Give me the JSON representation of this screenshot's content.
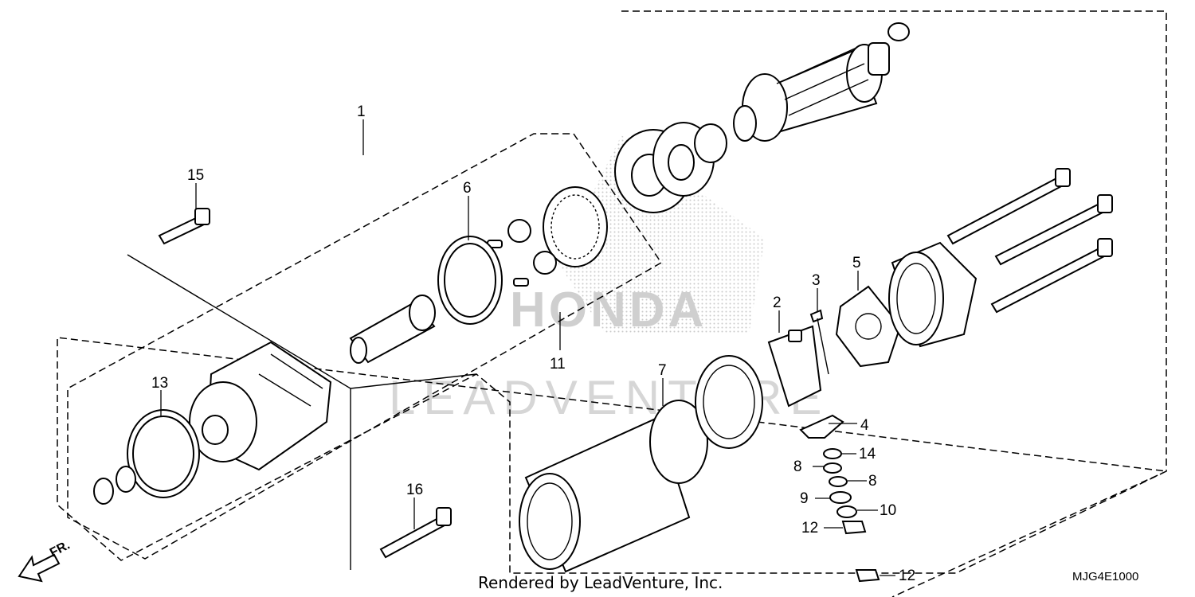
{
  "diagram": {
    "callouts": [
      {
        "id": "1",
        "label": "1"
      },
      {
        "id": "2",
        "label": "2"
      },
      {
        "id": "3",
        "label": "3"
      },
      {
        "id": "4",
        "label": "4"
      },
      {
        "id": "5",
        "label": "5"
      },
      {
        "id": "6",
        "label": "6"
      },
      {
        "id": "7",
        "label": "7"
      },
      {
        "id": "8a",
        "label": "8"
      },
      {
        "id": "8b",
        "label": "8"
      },
      {
        "id": "9",
        "label": "9"
      },
      {
        "id": "10",
        "label": "10"
      },
      {
        "id": "11",
        "label": "11"
      },
      {
        "id": "12a",
        "label": "12"
      },
      {
        "id": "12b",
        "label": "12"
      },
      {
        "id": "13",
        "label": "13"
      },
      {
        "id": "14",
        "label": "14"
      },
      {
        "id": "15",
        "label": "15"
      },
      {
        "id": "16",
        "label": "16"
      }
    ],
    "direction_label": "FR.",
    "watermark_brand": "HONDA",
    "watermark_text": "LEADVENTURE",
    "footer_credit": "Rendered by LeadVenture, Inc.",
    "diagram_code": "MJG4E1000"
  }
}
